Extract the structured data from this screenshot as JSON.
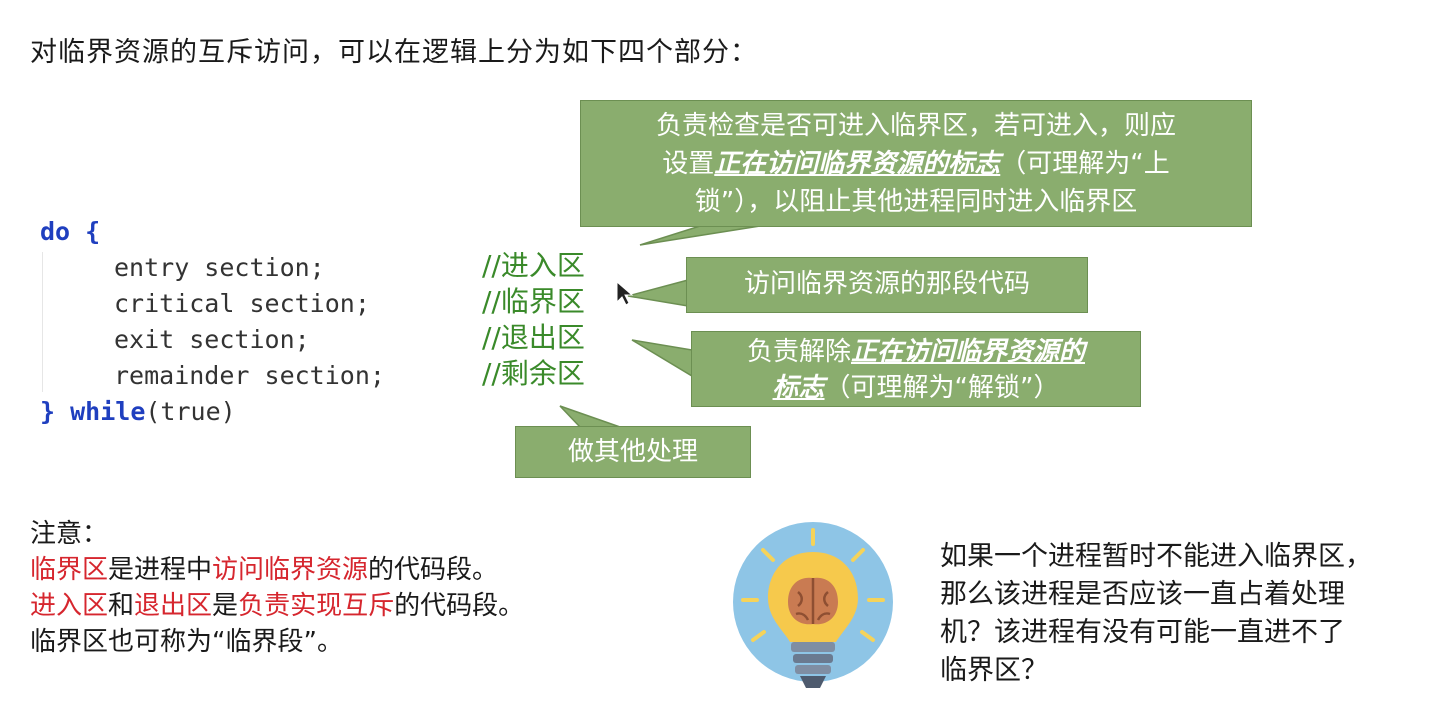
{
  "title": "对临界资源的互斥访问，可以在逻辑上分为如下四个部分：",
  "code": {
    "do_keyword": "do",
    "open_brace": " {",
    "lines": [
      {
        "text": "entry section;",
        "comment": "//进入区"
      },
      {
        "text": "critical section;",
        "comment": "//临界区"
      },
      {
        "text": "exit section;",
        "comment": "//退出区"
      },
      {
        "text": "remainder section;",
        "comment": "//剩余区"
      }
    ],
    "close_brace": "} ",
    "while_keyword": "while",
    "while_cond": "(true)"
  },
  "callouts": {
    "entry": {
      "line1": "负责检查是否可进入临界区，若可进入，则应",
      "line2_pre": "设置",
      "line2_em": "正在访问临界资源的标志",
      "line2_post": "（可理解为“上",
      "line3": "锁”），以阻止其他进程同时进入临界区"
    },
    "critical": "访问临界资源的那段代码",
    "exit": {
      "line1_pre": "负责解除",
      "line1_em": "正在访问临界资源的",
      "line2_em": "标志",
      "line2_post": "（可理解为“解锁”）"
    },
    "remainder": "做其他处理"
  },
  "notes": {
    "heading": "注意：",
    "l1_red1": "临界区",
    "l1_mid": "是进程中",
    "l1_red2": "访问临界资源",
    "l1_end": "的代码段。",
    "l2_red1": "进入区",
    "l2_mid1": "和",
    "l2_red2": "退出区",
    "l2_mid2": "是",
    "l2_red3": "负责实现互斥",
    "l2_end": "的代码段。",
    "l3": "临界区也可称为“临界段”。"
  },
  "question": {
    "l1": "如果一个进程暂时不能进入临界区，",
    "l2": "那么该进程是否应该一直占着处理",
    "l3": "机？该进程有没有可能一直进不了",
    "l4": "临界区？"
  },
  "colors": {
    "callout_bg": "#8aad6e",
    "keyword": "#1f3fbf",
    "comment": "#3a8a2a",
    "highlight_red": "#d6262e"
  },
  "icons": [
    "lightbulb-brain-icon",
    "mouse-cursor-icon"
  ]
}
